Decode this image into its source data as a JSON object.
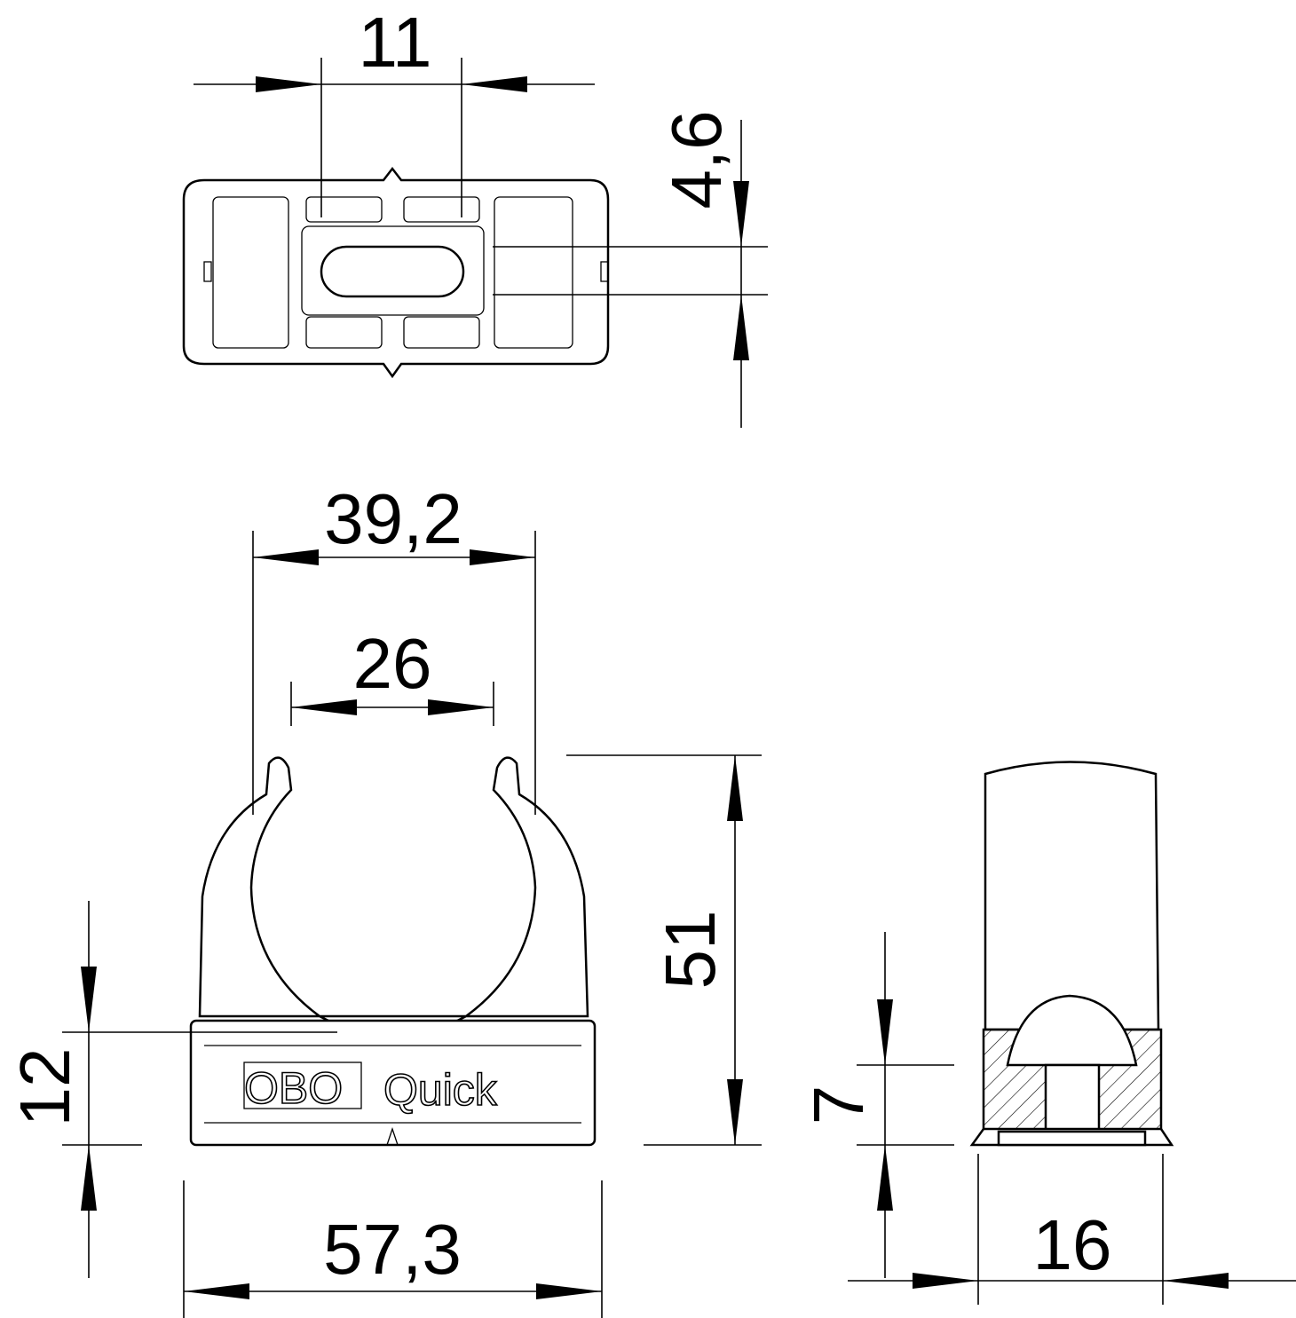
{
  "drawing": {
    "top_view": {
      "dim_width": "11",
      "dim_slot": "4,6"
    },
    "front_view": {
      "dim_outer_opening": "39,2",
      "dim_inner_opening": "26",
      "dim_height": "51",
      "dim_base_height": "12",
      "dim_base_width": "57,3",
      "logo_text": "OBO",
      "product_text": "Quick"
    },
    "side_view": {
      "dim_base": "7",
      "dim_depth": "16"
    }
  }
}
